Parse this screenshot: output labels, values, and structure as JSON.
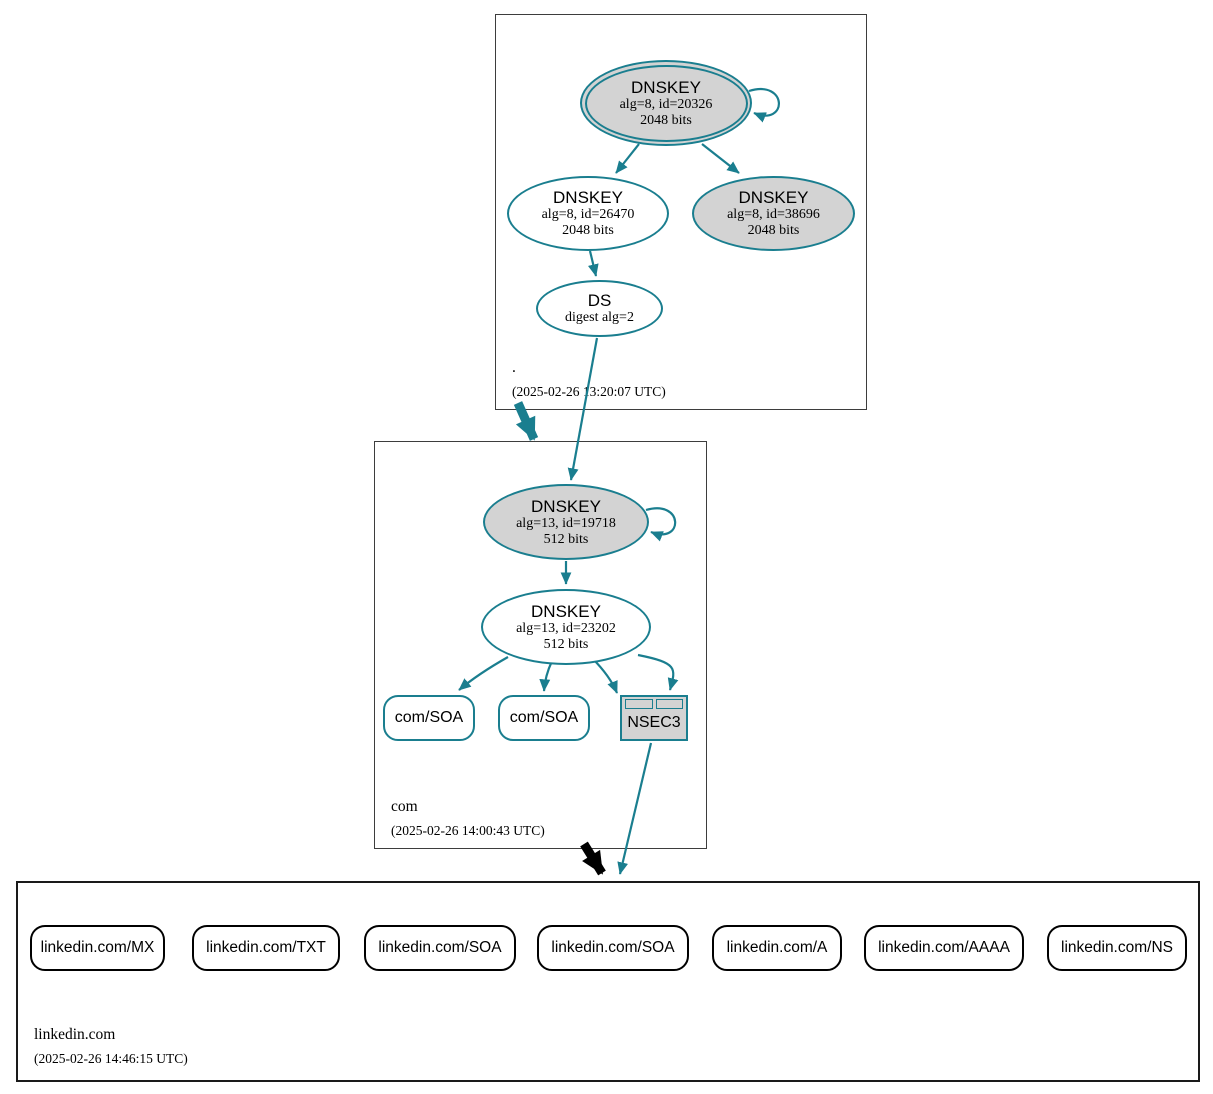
{
  "colors": {
    "secure": "#1a7e8f",
    "insecure": "#000000",
    "node-fill": "#d3d3d3",
    "box-border": "#3d3d3d"
  },
  "zones": {
    "root": {
      "label": ".",
      "timestamp": "(2025-02-26 13:20:07 UTC)",
      "ksk": {
        "title": "DNSKEY",
        "attrs": "alg=8, id=20326",
        "bits": "2048 bits"
      },
      "zsk": {
        "title": "DNSKEY",
        "attrs": "alg=8, id=26470",
        "bits": "2048 bits"
      },
      "ksk2": {
        "title": "DNSKEY",
        "attrs": "alg=8, id=38696",
        "bits": "2048 bits"
      },
      "ds": {
        "title": "DS",
        "attrs": "digest alg=2"
      }
    },
    "com": {
      "label": "com",
      "timestamp": "(2025-02-26 14:00:43 UTC)",
      "ksk": {
        "title": "DNSKEY",
        "attrs": "alg=13, id=19718",
        "bits": "512 bits"
      },
      "zsk": {
        "title": "DNSKEY",
        "attrs": "alg=13, id=23202",
        "bits": "512 bits"
      },
      "soa1": {
        "label": "com/SOA"
      },
      "soa2": {
        "label": "com/SOA"
      },
      "nsec3": {
        "label": "NSEC3"
      }
    },
    "linkedin": {
      "label": "linkedin.com",
      "timestamp": "(2025-02-26 14:46:15 UTC)",
      "rrsets": [
        {
          "label": "linkedin.com/MX"
        },
        {
          "label": "linkedin.com/TXT"
        },
        {
          "label": "linkedin.com/SOA"
        },
        {
          "label": "linkedin.com/SOA"
        },
        {
          "label": "linkedin.com/A"
        },
        {
          "label": "linkedin.com/AAAA"
        },
        {
          "label": "linkedin.com/NS"
        }
      ]
    }
  }
}
